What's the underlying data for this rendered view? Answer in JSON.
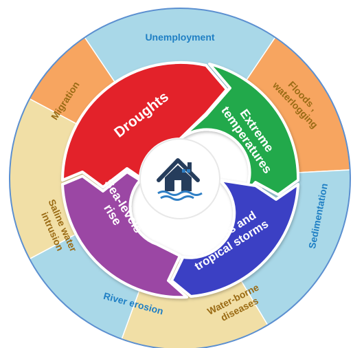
{
  "center_icon": "house-flood-icon",
  "colors": {
    "ring_blue": "#a9d8e8",
    "ring_orange": "#f7a560",
    "ring_beige": "#f1dfa6",
    "ring_border": "#5b8fd0",
    "text_blue": "#1f7fc4",
    "text_brown": "#9a6b14",
    "droughts": "#e3202b",
    "temperatures": "#21a94c",
    "cyclones": "#3b3fc4",
    "sea_levels": "#9b46a4",
    "house": "#263d5c",
    "water": "#2f7fc5"
  },
  "outer_ring": [
    {
      "key": "unemployment",
      "label": "Unemployment",
      "color": "blue"
    },
    {
      "key": "floods",
      "label": "Floods ,",
      "label2": "waterlogging",
      "color": "orange"
    },
    {
      "key": "sedimentation",
      "label": "Sedimentation",
      "color": "blue"
    },
    {
      "key": "waterborne",
      "label": "Water-borne",
      "label2": "diseases",
      "color": "beige"
    },
    {
      "key": "river-erosion",
      "label": "River erosion",
      "color": "blue"
    },
    {
      "key": "saline",
      "label": "Saline water",
      "label2": "intrusion",
      "color": "beige"
    },
    {
      "key": "migration",
      "label": "Migration",
      "color": "orange"
    }
  ],
  "inner_ring": [
    {
      "key": "droughts",
      "label": "Droughts"
    },
    {
      "key": "temperatures",
      "label": "Extreme",
      "label2": "temperatures"
    },
    {
      "key": "cyclones",
      "label": "Cyclones and",
      "label2": "tropical storms"
    },
    {
      "key": "sea-levels",
      "label": "Sea-levels",
      "label2": "rise"
    }
  ]
}
